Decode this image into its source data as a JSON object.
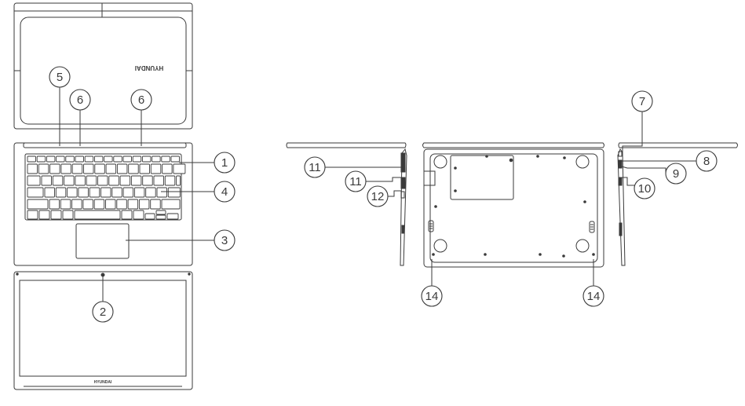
{
  "brand": {
    "lid_logo": "HYUNDAI",
    "bezel_logo": "HYUNDAI"
  },
  "callouts": [
    "1",
    "2",
    "3",
    "4",
    "5",
    "6",
    "6",
    "7",
    "8",
    "9",
    "10",
    "11",
    "12",
    "13",
    "14",
    "14"
  ]
}
